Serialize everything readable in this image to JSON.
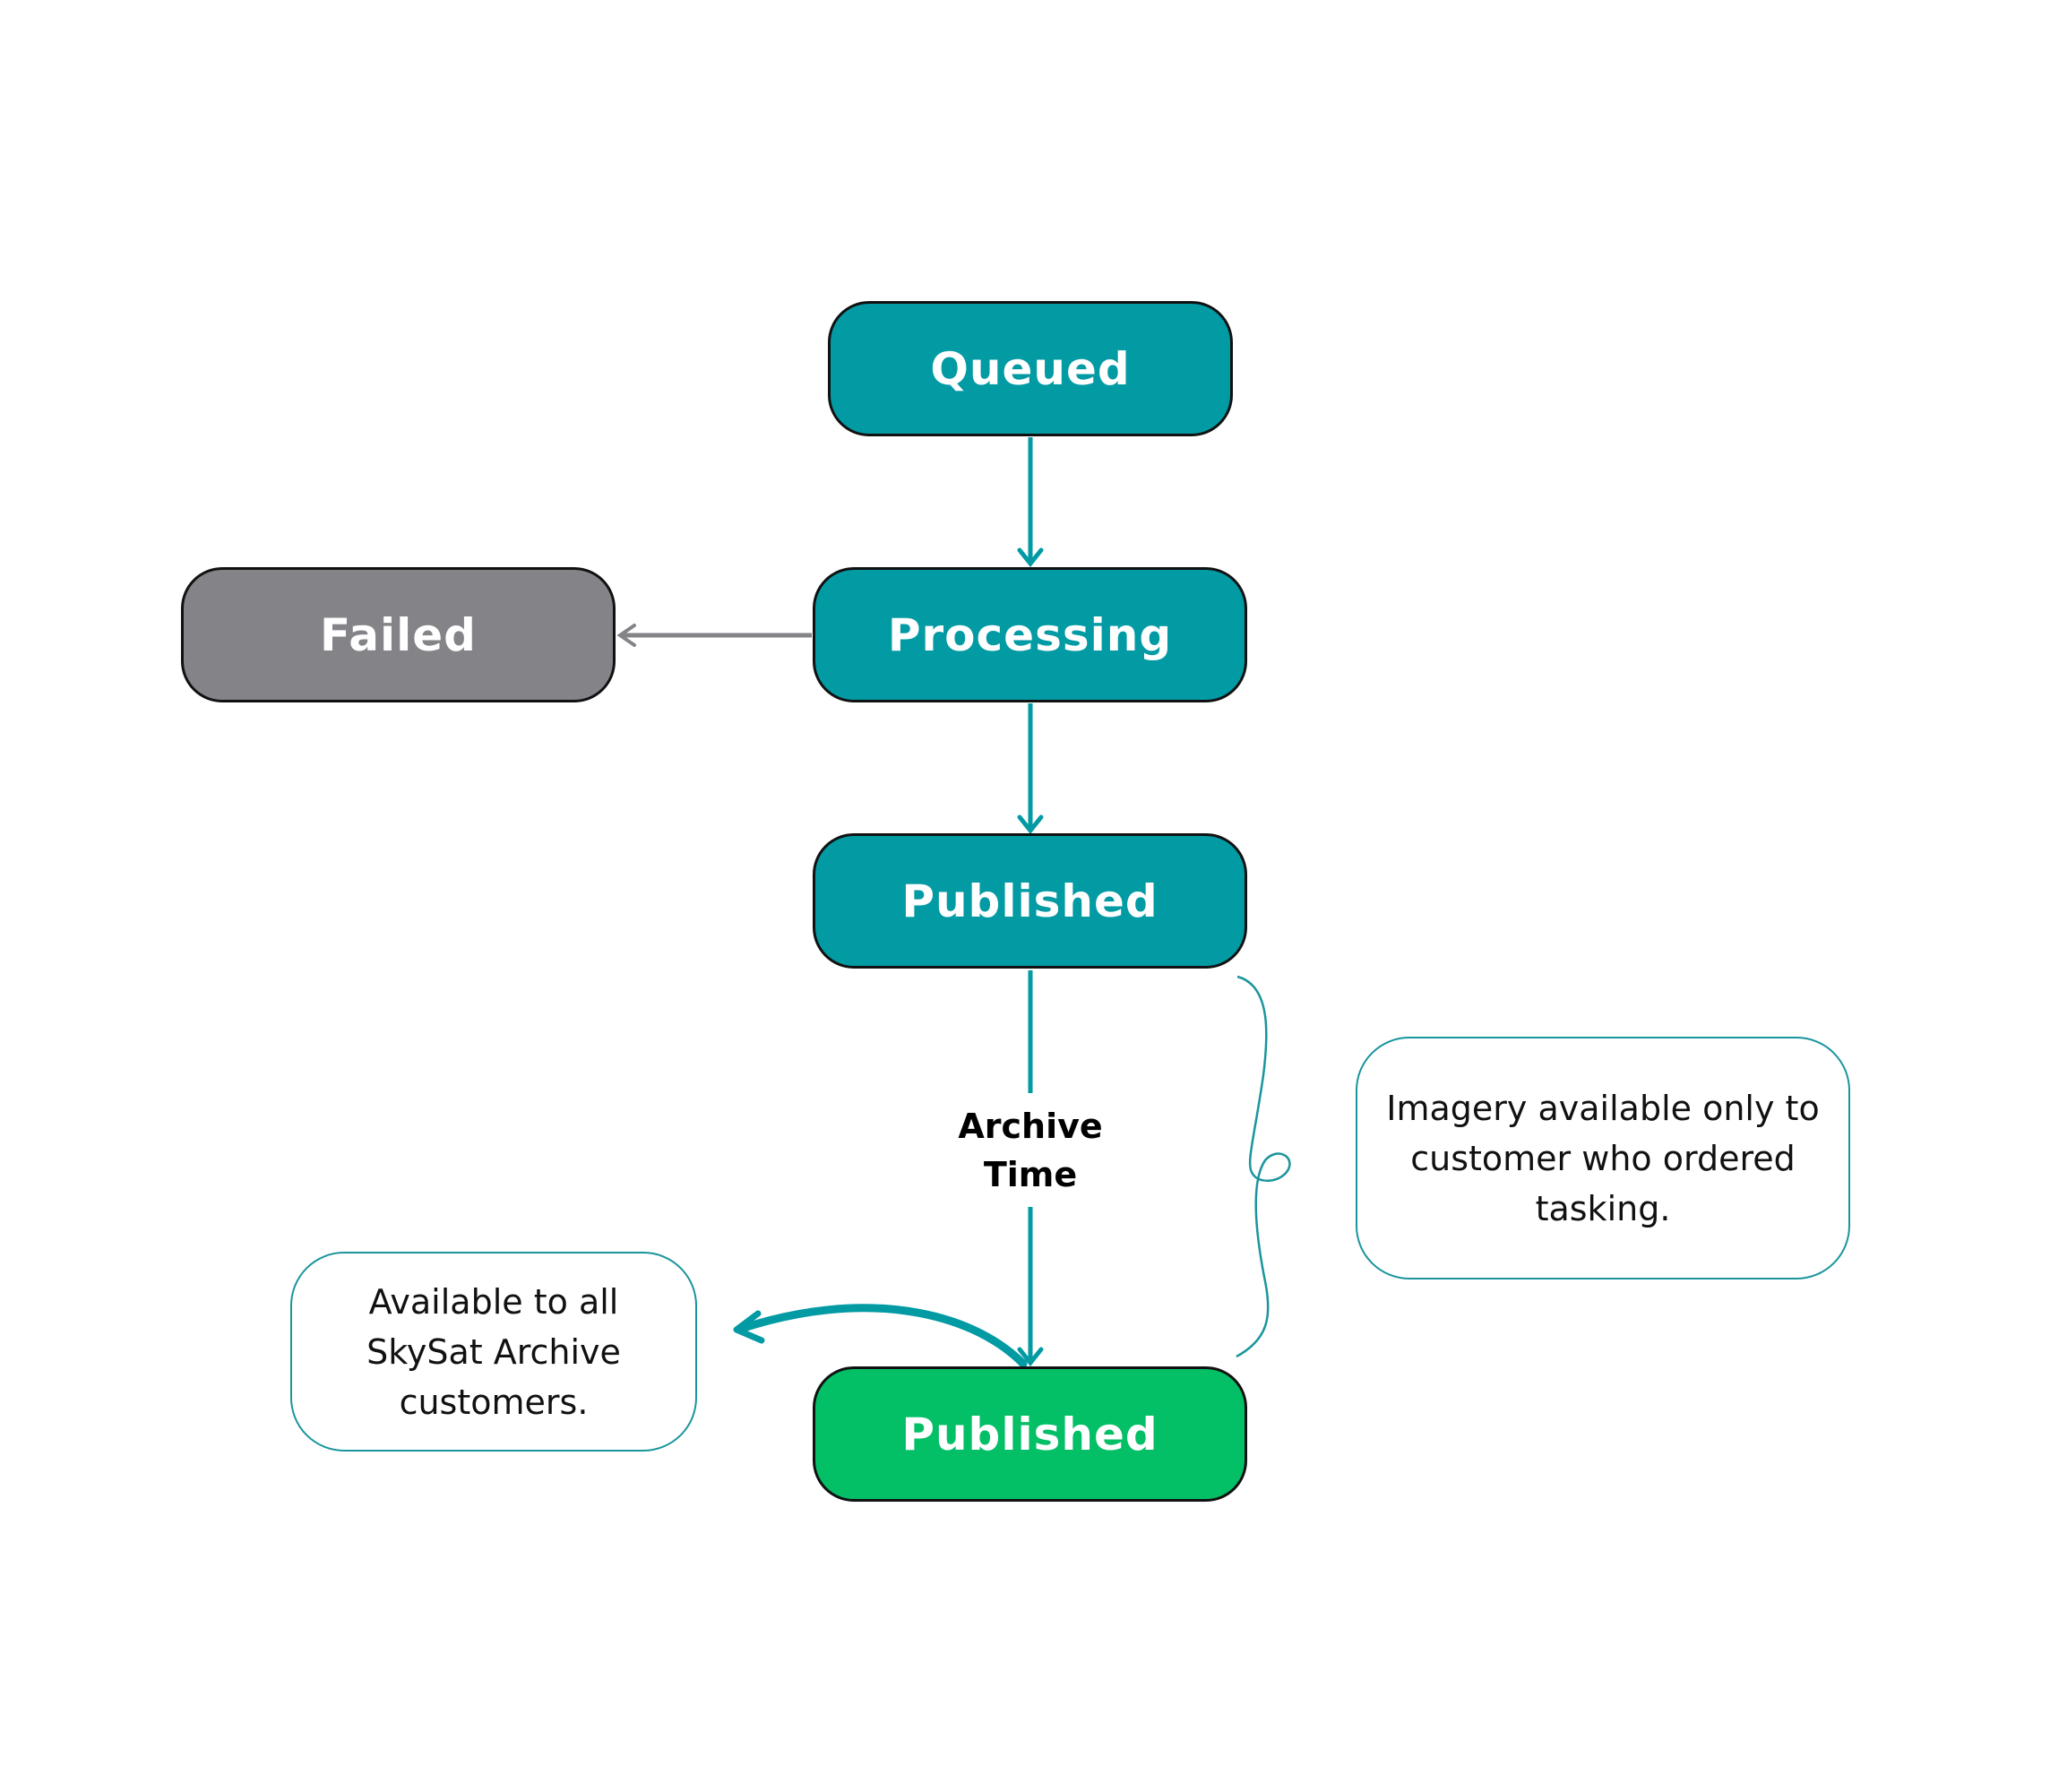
{
  "diagram": {
    "nodes": {
      "queued": "Queued",
      "processing": "Processing",
      "failed": "Failed",
      "published_private": "Published",
      "published_archive": "Published"
    },
    "edge_label": [
      "Archive",
      "Time"
    ],
    "notes": {
      "private": "Imagery available only to customer who ordered tasking.",
      "archive": "Available to all SkySat Archive customers."
    },
    "colors": {
      "teal": "#029aa3",
      "gray": "#838388",
      "green": "#03bf66",
      "outline": "#111111"
    }
  }
}
